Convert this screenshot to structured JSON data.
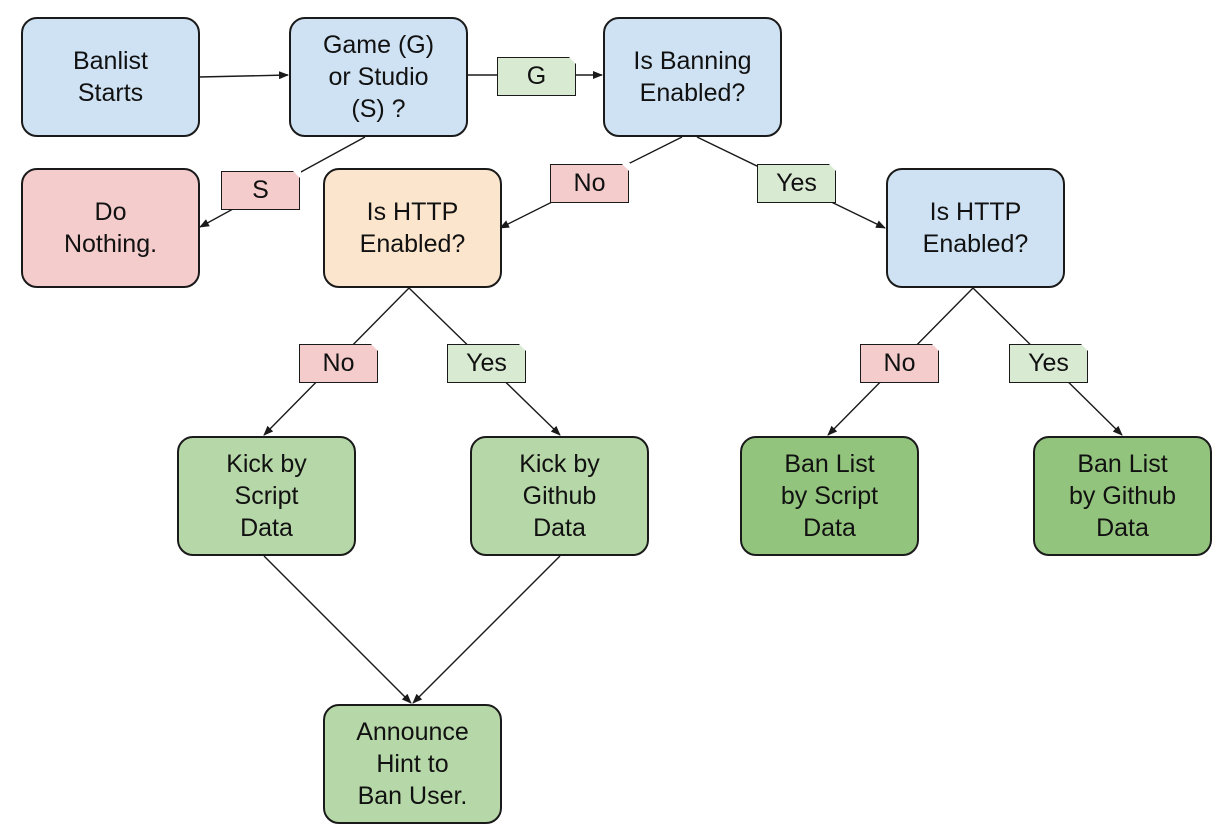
{
  "colors": {
    "blue": "#cfe2f3",
    "orange": "#fce5cd",
    "red": "#f4cccc",
    "light_green": "#b6d7a8",
    "dark_green": "#93c47d",
    "tag_green": "#d9ead3",
    "tag_red": "#f4cccc",
    "stroke": "#1a1a1a"
  },
  "nodes": {
    "banlist_starts": "Banlist\nStarts",
    "game_or_studio": "Game (G)\nor Studio\n(S) ?",
    "banning_enabled": "Is Banning\nEnabled?",
    "do_nothing": "Do\nNothing.",
    "http_enabled_left": "Is HTTP\nEnabled?",
    "http_enabled_right": "Is HTTP\nEnabled?",
    "kick_script": "Kick by\nScript\nData",
    "kick_github": "Kick by\nGithub\nData",
    "banlist_script": "Ban List\nby Script\nData",
    "banlist_github": "Ban List\nby Github\nData",
    "announce_hint": "Announce\nHint to\nBan User."
  },
  "edge_labels": {
    "g": "G",
    "s": "S",
    "no_banning": "No",
    "yes_banning": "Yes",
    "no_http_left": "No",
    "yes_http_left": "Yes",
    "no_http_right": "No",
    "yes_http_right": "Yes"
  }
}
